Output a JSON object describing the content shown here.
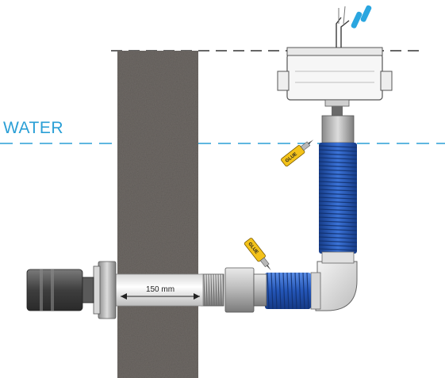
{
  "labels": {
    "water": "WATER",
    "dimension": "150 mm",
    "glue_top": "GLUE",
    "glue_bottom": "GLUE"
  },
  "colors": {
    "water_line": "#2a9fd6",
    "surface_line": "#333333",
    "wall": "#6f6a66",
    "blue_hose": "#2456b8",
    "glue_tube": "#f3c21a",
    "wire_blue": "#2aa6e0"
  },
  "icons": [
    "glue-tube-icon",
    "wire-connector-icon"
  ]
}
